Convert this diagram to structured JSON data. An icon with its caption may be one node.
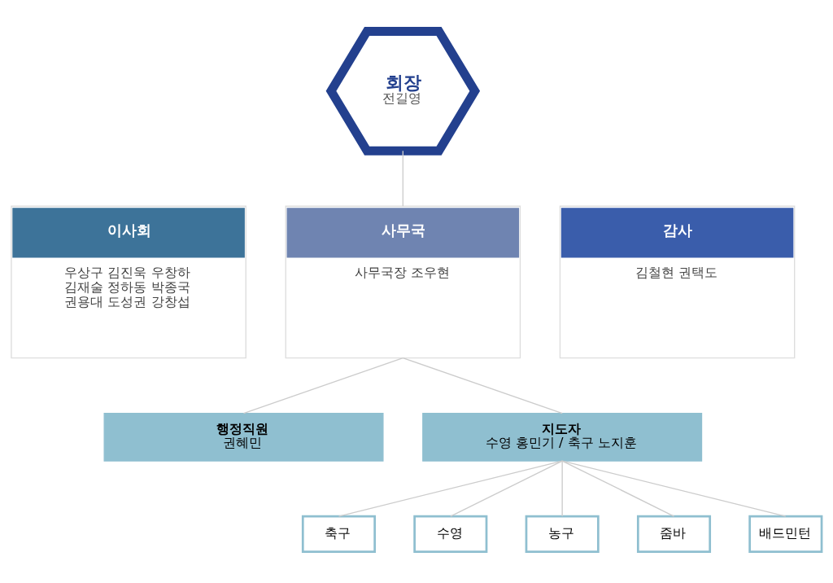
{
  "diagram": {
    "nodes": [
      {
        "text": [
          "회장",
          "전길영"
        ]
      },
      {
        "text": [
          "이사회",
          "우상구 김진욱 우창하 김재술 정하동 박종국 권용대 도성권 강창섭"
        ]
      },
      {
        "text": [
          "사무국",
          "사무국장 조우현"
        ]
      },
      {
        "text": [
          "감사",
          "김철현 권택도"
        ]
      },
      {
        "text": [
          "행정직원",
          "권혜민"
        ]
      },
      {
        "text": [
          "지도자",
          "수영 홍민기 / 축구 노지훈"
        ]
      },
      {
        "text": [
          "축구"
        ]
      },
      {
        "text": [
          "수영"
        ]
      },
      {
        "text": [
          "농구"
        ]
      },
      {
        "text": [
          "줌바"
        ]
      },
      {
        "text": [
          "배드민턴"
        ]
      }
    ],
    "edges": [
      {
        "from": 0,
        "to": 2,
        "arrow": "none"
      },
      {
        "from": 2,
        "to": 4,
        "arrow": "none"
      },
      {
        "from": 2,
        "to": 5,
        "arrow": "none"
      },
      {
        "from": 5,
        "to": 6,
        "arrow": "none"
      },
      {
        "from": 5,
        "to": 7,
        "arrow": "none"
      },
      {
        "from": 5,
        "to": 8,
        "arrow": "none"
      },
      {
        "from": 5,
        "to": 9,
        "arrow": "none"
      },
      {
        "from": 5,
        "to": 10,
        "arrow": "none"
      }
    ]
  }
}
